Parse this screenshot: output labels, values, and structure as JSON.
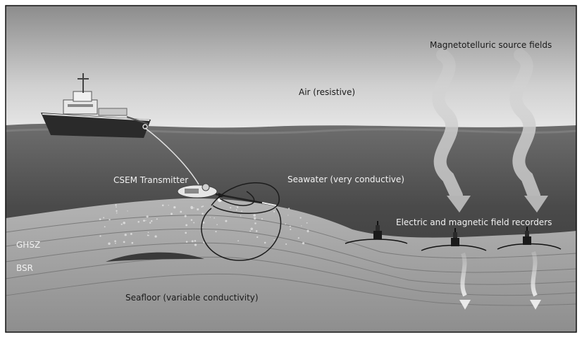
{
  "labels": {
    "mt_source": "Magnetotelluric source fields",
    "air": "Air (resistive)",
    "csem": "CSEM Transmitter",
    "seawater": "Seawater (very conductive)",
    "recorders": "Electric and magnetic field recorders",
    "ghsz": "GHSZ",
    "bsr": "BSR",
    "seafloor": "Seafloor (variable conductivity)"
  },
  "colors": {
    "sky_top": "#8a8a8a",
    "sky_bottom": "#e6e6e6",
    "sea_top": "#666666",
    "sea_bottom": "#3a3a3a",
    "sediment": "#9a9a9a",
    "arrow": "#d8d8d8"
  }
}
